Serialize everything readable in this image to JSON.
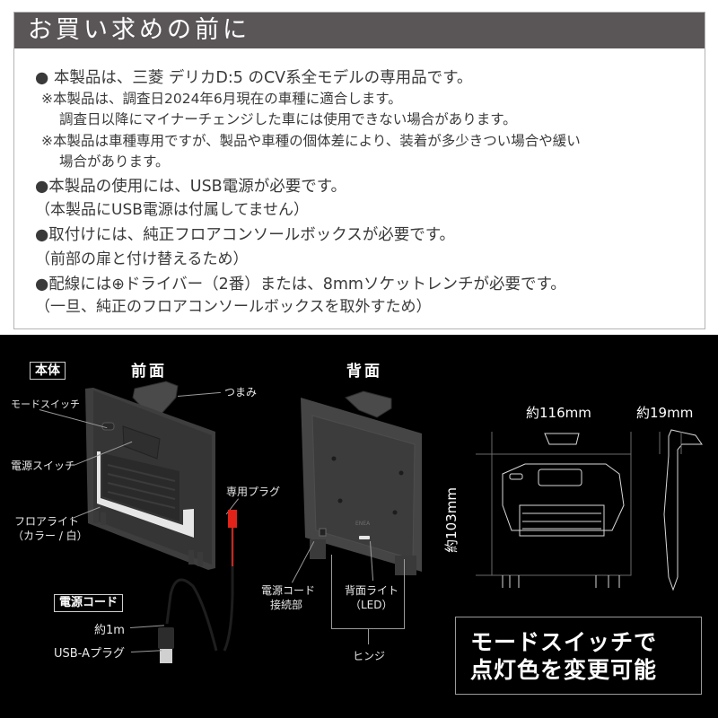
{
  "notice": {
    "header_title": "お買い求めの前に",
    "lines": [
      {
        "type": "main",
        "text": "● 本製品は、三菱 デリカD:5 のCV系全モデルの専用品です。"
      },
      {
        "type": "note",
        "text": "※本製品は、調査日2024年6月現在の車種に適合します。"
      },
      {
        "type": "note-cont",
        "text": "調査日以降にマイナーチェンジした車には使用できない場合があります。"
      },
      {
        "type": "note",
        "text": "※本製品は車種専用ですが、製品や車種の個体差により、装着が多少きつい場合や緩い"
      },
      {
        "type": "note-cont",
        "text": "場合があります。"
      },
      {
        "type": "main",
        "text": "●本製品の使用には、USB電源が必要です。"
      },
      {
        "type": "paren",
        "text": "（本製品にUSB電源は付属してません）"
      },
      {
        "type": "main",
        "text": "●取付けには、純正フロアコンソールボックスが必要です。"
      },
      {
        "type": "paren",
        "text": "（前部の扉と付け替えるため）"
      },
      {
        "type": "main",
        "text": "●配線には⊕ドライバー（2番）または、8mmソケットレンチが必要です。"
      },
      {
        "type": "paren",
        "text": "（一旦、純正のフロアコンソールボックスを取外すため）"
      }
    ]
  },
  "diagram": {
    "main_body_label": "本体",
    "front_title": "前面",
    "back_title": "背面",
    "front_labels": {
      "knob": "つまみ",
      "mode_switch": "モードスイッチ",
      "power_switch": "電源スイッチ",
      "floor_light_1": "フロアライト",
      "floor_light_2": "（カラー / 白）",
      "dedicated_plug": "専用プラグ"
    },
    "cord": {
      "label": "電源コード",
      "length": "約1m",
      "plug": "USB-Aプラグ"
    },
    "back_labels": {
      "cord_connection_1": "電源コード",
      "cord_connection_2": "接続部",
      "back_light_1": "背面ライト",
      "back_light_2": "（LED）",
      "hinge": "ヒンジ",
      "brand_mark": "ENEA"
    },
    "dimensions": {
      "width": "約116mm",
      "depth": "約19mm",
      "height": "約103mm"
    },
    "feature_callout": {
      "line1": "モードスイッチで",
      "line2": "点灯色を変更可能"
    }
  },
  "colors": {
    "header_bg": "#5a5657",
    "text": "#3a3a3a",
    "dark_bg": "#000000",
    "panel": "#3c3c3c",
    "plug_red": "#e2231a"
  }
}
